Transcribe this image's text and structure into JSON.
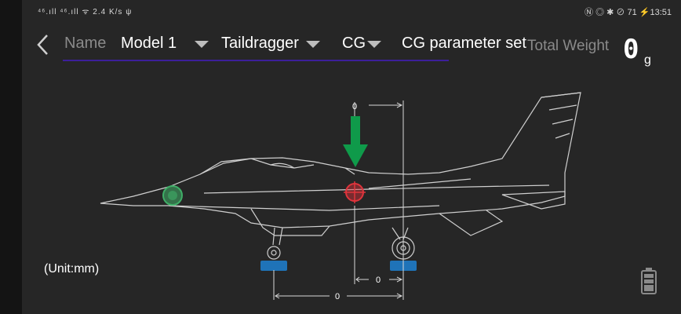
{
  "status_bar": {
    "left": "⁴⁶.ıll ⁴⁶.ıll ᯤ 2.4 K/s ψ",
    "right": "Ⓝ ◎ ✱ ⊘ 71 ⚡13:51"
  },
  "header": {
    "name_label": "Name",
    "model_name": "Model 1",
    "gear_type": "Taildragger",
    "mode": "CG",
    "param_set": "CG parameter set",
    "total_weight_label": "Total Weight",
    "total_weight_value": "0",
    "total_weight_unit": "g"
  },
  "diagram": {
    "dim_top": "0",
    "dim_bottom_short": "0",
    "dim_bottom_long": "0",
    "unit_text": "(Unit:mm)",
    "colors": {
      "arrow": "#0f9a4a",
      "nose_marker": "#3fae67",
      "cg_marker": "#e0343c",
      "wheel_pad": "#1f73b8",
      "outline": "#d0d0d0"
    }
  },
  "icons": {
    "back": "chevron-left-icon",
    "dropdown": "caret-down-icon",
    "battery": "battery-icon"
  }
}
